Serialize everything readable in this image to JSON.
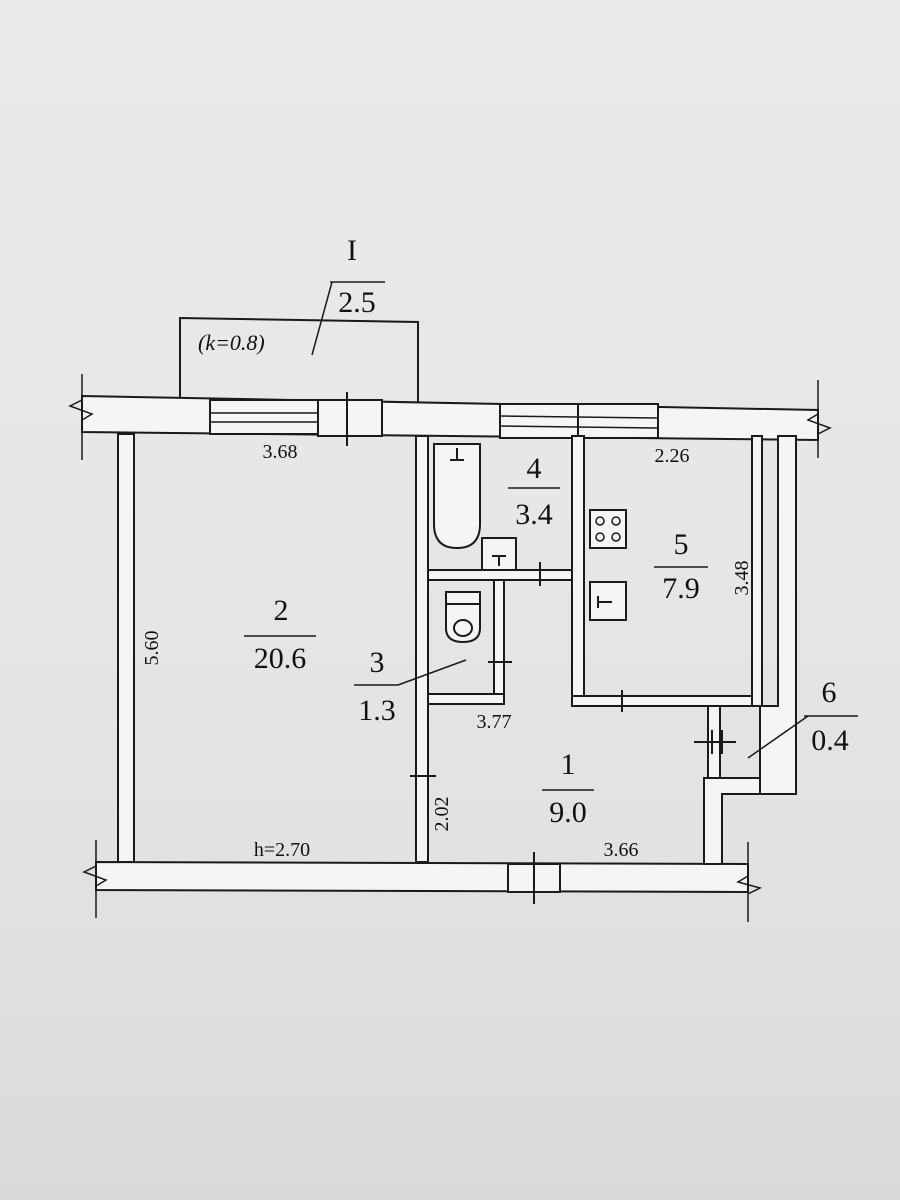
{
  "balcony": {
    "id": "I",
    "area": "2.5",
    "coef": "(k=0.8)"
  },
  "rooms": [
    {
      "num": "1",
      "area": "9.0"
    },
    {
      "num": "2",
      "area": "20.6"
    },
    {
      "num": "3",
      "area": "1.3"
    },
    {
      "num": "4",
      "area": "3.4"
    },
    {
      "num": "5",
      "area": "7.9"
    },
    {
      "num": "6",
      "area": "0.4"
    }
  ],
  "dimensions": {
    "room2_width": "3.68",
    "room2_length": "5.60",
    "room5_width": "2.26",
    "room5_length": "3.48",
    "hall_length": "3.77",
    "hall_width": "2.02",
    "bottom_run": "3.66",
    "ceiling_height": "h=2.70"
  }
}
